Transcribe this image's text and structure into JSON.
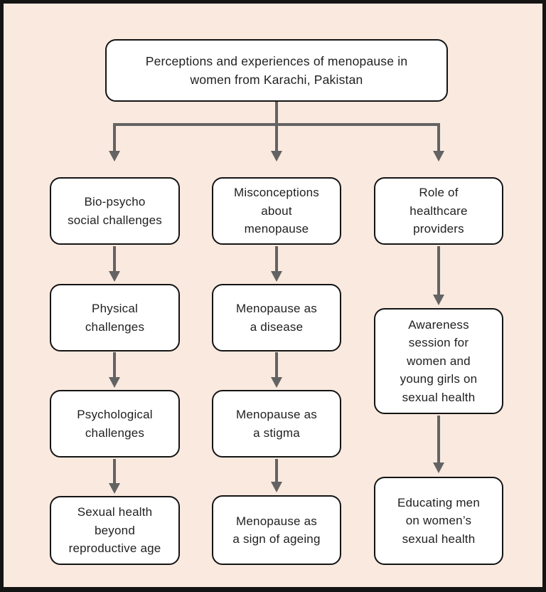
{
  "colors": {
    "canvas_background": "#fae9df",
    "frame_border": "#141414",
    "box_fill": "#ffffff",
    "box_border": "#141414",
    "arrow": "#636363",
    "text": "#1f1f1f"
  },
  "root_node": {
    "lines": [
      "Perceptions and experiences of menopause in",
      "women from Karachi, Pakistan"
    ]
  },
  "columns": [
    {
      "id": "bio-psycho-social-challenges",
      "nodes": [
        {
          "lines": [
            "Bio-psycho",
            "social challenges"
          ]
        },
        {
          "lines": [
            "Physical",
            "challenges"
          ]
        },
        {
          "lines": [
            "Psychological",
            "challenges"
          ]
        },
        {
          "lines": [
            "Sexual health",
            "beyond",
            "reproductive age"
          ]
        }
      ]
    },
    {
      "id": "misconceptions-about-menopause",
      "nodes": [
        {
          "lines": [
            "Misconceptions",
            "about",
            "menopause"
          ]
        },
        {
          "lines": [
            "Menopause as",
            "a disease"
          ]
        },
        {
          "lines": [
            "Menopause as",
            "a stigma"
          ]
        },
        {
          "lines": [
            "Menopause as",
            "a sign of ageing"
          ]
        }
      ]
    },
    {
      "id": "role-of-healthcare-providers",
      "nodes": [
        {
          "lines": [
            "Role of",
            "healthcare",
            "providers"
          ]
        },
        {
          "lines": [
            "Awareness",
            "session for",
            "women and",
            "young girls on",
            "sexual health"
          ]
        },
        {
          "lines": [
            "Educating men",
            "on women’s",
            "sexual health"
          ]
        }
      ]
    }
  ]
}
